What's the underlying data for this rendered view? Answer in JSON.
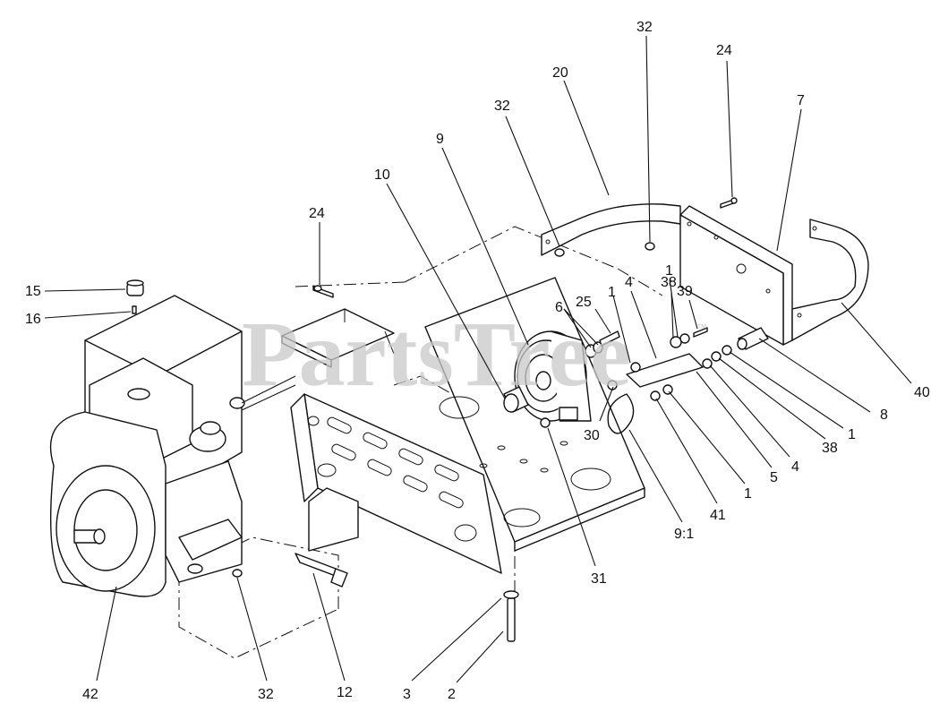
{
  "watermark": {
    "text": "PartsTree",
    "trademark": "™"
  },
  "callouts": [
    {
      "id": "c1",
      "text": "32"
    },
    {
      "id": "c2",
      "text": "24"
    },
    {
      "id": "c3",
      "text": "20"
    },
    {
      "id": "c4",
      "text": "32"
    },
    {
      "id": "c5",
      "text": "7"
    },
    {
      "id": "c6",
      "text": "9"
    },
    {
      "id": "c7",
      "text": "10"
    },
    {
      "id": "c8",
      "text": "24"
    },
    {
      "id": "c9",
      "text": "1"
    },
    {
      "id": "c10",
      "text": "38"
    },
    {
      "id": "c11",
      "text": "39"
    },
    {
      "id": "c12",
      "text": "4"
    },
    {
      "id": "c13",
      "text": "1"
    },
    {
      "id": "c14",
      "text": "25"
    },
    {
      "id": "c15",
      "text": "6"
    },
    {
      "id": "c16",
      "text": "15"
    },
    {
      "id": "c17",
      "text": "16"
    },
    {
      "id": "c18",
      "text": "40"
    },
    {
      "id": "c19",
      "text": "8"
    },
    {
      "id": "c20",
      "text": "1"
    },
    {
      "id": "c21",
      "text": "38"
    },
    {
      "id": "c22",
      "text": "4"
    },
    {
      "id": "c23",
      "text": "5"
    },
    {
      "id": "c24",
      "text": "1"
    },
    {
      "id": "c25",
      "text": "41"
    },
    {
      "id": "c26",
      "text": "30"
    },
    {
      "id": "c27",
      "text": "9:1"
    },
    {
      "id": "c28",
      "text": "31"
    },
    {
      "id": "c29",
      "text": "42"
    },
    {
      "id": "c30",
      "text": "32"
    },
    {
      "id": "c31",
      "text": "12"
    },
    {
      "id": "c32",
      "text": "3"
    },
    {
      "id": "c33",
      "text": "2"
    }
  ]
}
